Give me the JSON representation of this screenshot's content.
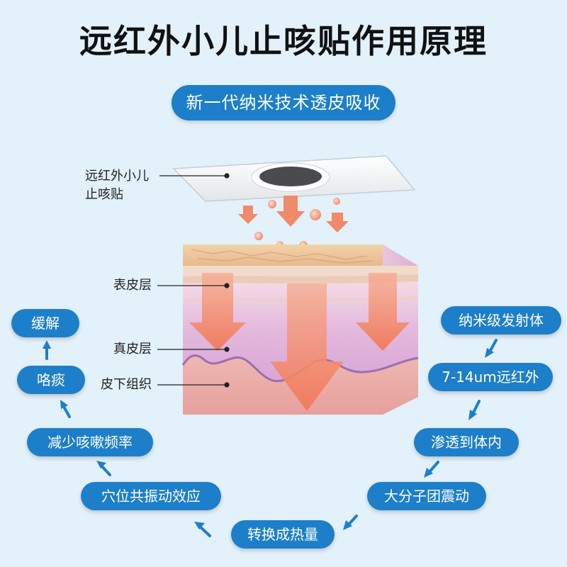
{
  "title": "远红外小儿止咳贴作用原理",
  "subtitle": "新一代纳米技术透皮吸收",
  "patch_label_line1": "远红外小儿",
  "patch_label_line2": "止咳贴",
  "layers": {
    "epidermis": "表皮层",
    "dermis": "真皮层",
    "subcutaneous": "皮下组织"
  },
  "right_steps": [
    "纳米级发射体",
    "7-14um远红外",
    "渗透到体内",
    "大分子团震动"
  ],
  "bottom_step": "转换成热量",
  "left_steps": [
    "穴位共振动效应",
    "减少咳嗽频率",
    "咯痰",
    "缓解"
  ],
  "colors": {
    "background": "#e3f1fb",
    "pill": "#1d7fc9",
    "arrow": "#1d7fc9",
    "heat_arrow": "#f08a6a"
  }
}
